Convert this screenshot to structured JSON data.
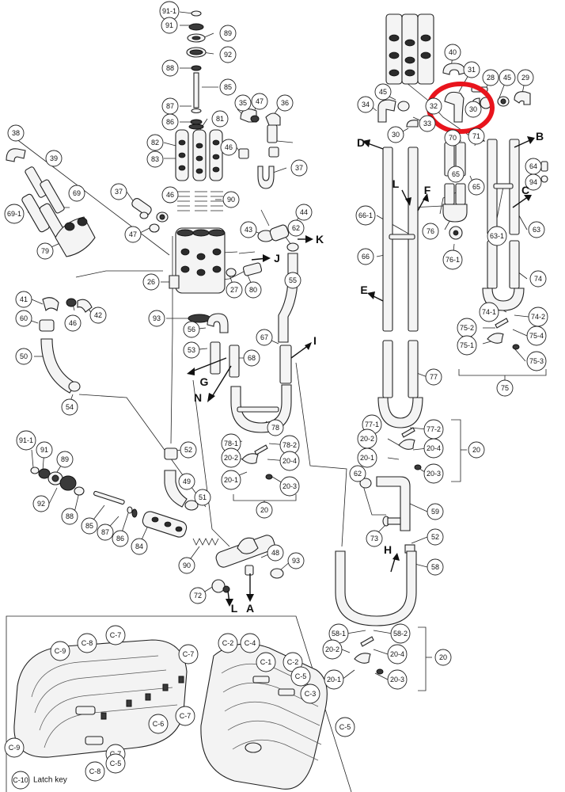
{
  "callouts": [
    "91-1",
    "91",
    "89",
    "92",
    "88",
    "85",
    "87",
    "86",
    "81",
    "82",
    "83",
    "90",
    "26",
    "93",
    "35",
    "47",
    "36",
    "46",
    "37",
    "38",
    "39",
    "69",
    "69-1",
    "79",
    "37",
    "46",
    "47",
    "43",
    "44",
    "62",
    "27",
    "80",
    "55",
    "41",
    "46",
    "42",
    "60",
    "50",
    "54",
    "56",
    "53",
    "68",
    "67",
    "78",
    "78-1",
    "78-2",
    "20-2",
    "20-4",
    "20-1",
    "20-3",
    "20",
    "52",
    "49",
    "51",
    "91-1",
    "91",
    "89",
    "92",
    "88",
    "85",
    "87",
    "86",
    "84",
    "90",
    "48",
    "93",
    "72",
    "62",
    "59",
    "73",
    "52",
    "58",
    "58-1",
    "58-2",
    "20-2",
    "20-4",
    "20-1",
    "20-3",
    "20",
    "40",
    "31",
    "28",
    "45",
    "29",
    "34",
    "45",
    "32",
    "30",
    "33",
    "30",
    "70",
    "71",
    "64",
    "94",
    "65",
    "65",
    "66-1",
    "63-1",
    "63",
    "76",
    "76-1",
    "66",
    "74",
    "74-1",
    "74-2",
    "75-2",
    "75-4",
    "75-1",
    "75-3",
    "75",
    "77",
    "77-1",
    "77-2",
    "20-2",
    "20-4",
    "20-1",
    "20-3",
    "20",
    "C-9",
    "C-8",
    "C-7",
    "C-7",
    "C-6",
    "C-7",
    "C-9",
    "C-8",
    "C-7",
    "C-5",
    "C-2",
    "C-4",
    "C-1",
    "C-2",
    "C-5",
    "C-3",
    "C-5",
    "C-10"
  ],
  "letter_labels": [
    "G",
    "N",
    "L",
    "A",
    "J",
    "K",
    "I",
    "H",
    "D",
    "E",
    "L",
    "F",
    "B",
    "C"
  ],
  "legend": {
    "key": "C-10",
    "text": "Latch key"
  },
  "highlight": {
    "color": "#e8141c",
    "label": "32"
  }
}
